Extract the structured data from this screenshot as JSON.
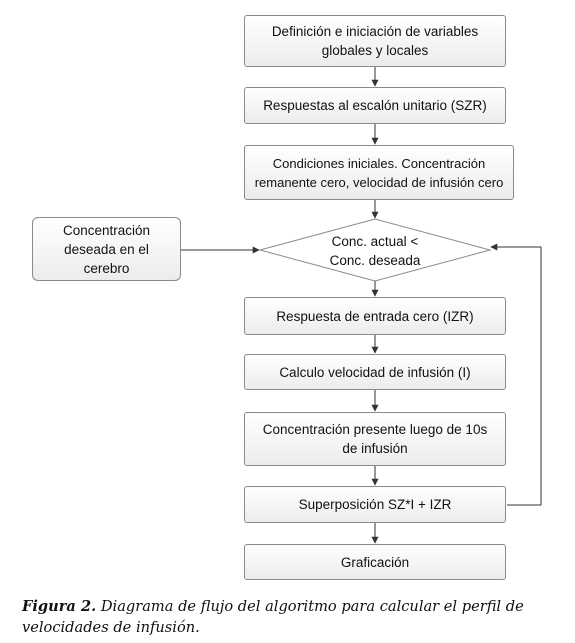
{
  "flowchart": {
    "nodes": {
      "init": "Definición e iniciación de variables\nglobales y locales",
      "szr": "Respuestas al escalón unitario (SZR)",
      "initial_conditions": "Condiciones iniciales. Concentración\nremanente cero, velocidad de infusión cero",
      "desired_concentration": "Concentración\ndeseada en el\ncerebro",
      "decision": "Conc. actual <\nConc. deseada",
      "izr": "Respuesta de entrada cero (IZR)",
      "infusion_rate": "Calculo velocidad de infusión (I)",
      "present_concentration": "Concentración presente luego de 10s\nde infusión",
      "superposition": "Superposición SZ*I + IZR",
      "plot": "Graficación"
    }
  },
  "caption": {
    "label": "Figura 2.",
    "text": " Diagrama de flujo del algoritmo para calcular el perfil de velocidades de infusión."
  }
}
